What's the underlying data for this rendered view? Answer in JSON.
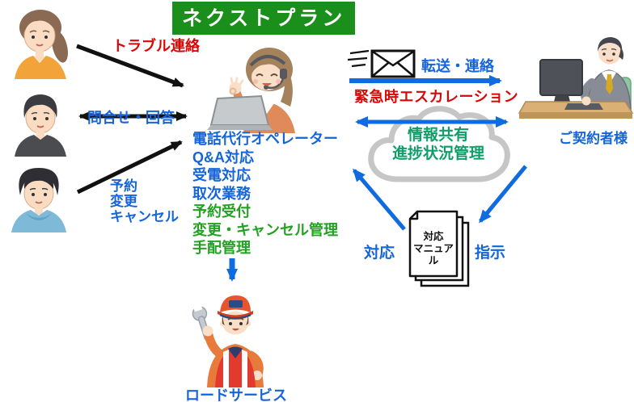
{
  "title": "ネクストプラン",
  "customers": {
    "trouble_label": "トラブル連絡",
    "inquiry_label": "問合せ・回答",
    "reserve_lines": [
      "予約",
      "変更",
      "キャンセル"
    ]
  },
  "operator": {
    "roles": [
      "電話代行オペレーター",
      "Q&A対応",
      "受電対応",
      "取次業務",
      "予約受付",
      "変更・キャンセル管理",
      "手配管理"
    ]
  },
  "client": {
    "transfer_label": "転送・連絡",
    "escalation_label": "緊急時エスカレーション",
    "name_label": "ご契約者様",
    "instruct_label": "指示"
  },
  "cloud": {
    "lines": [
      "情報共有",
      "進捗状況管理"
    ]
  },
  "manual": {
    "lines": [
      "対応",
      "マニュアル"
    ],
    "respond_label": "対応"
  },
  "road_service": {
    "label": "ロードサービス"
  },
  "colors": {
    "title_bg": "#1b8f1b",
    "blue_text": "#1565d8",
    "red_text": "#d90606",
    "green_text": "#23a123",
    "teal_text": "#0f9e6a",
    "arrow_blue": "#0f6be0",
    "arrow_black": "#111111"
  }
}
